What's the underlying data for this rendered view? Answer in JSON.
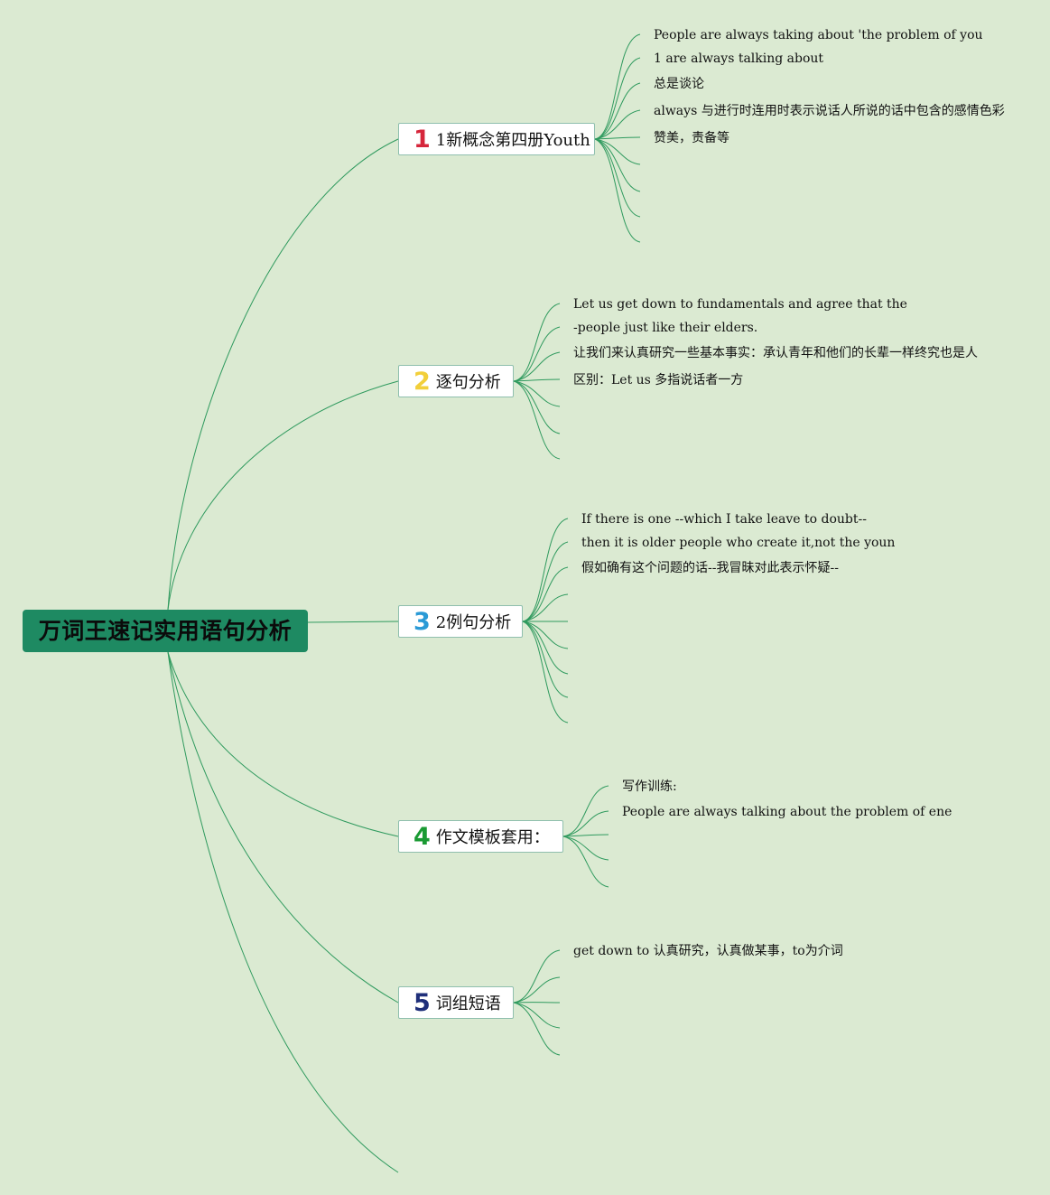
{
  "root": {
    "label": "万词王速记实用语句分析"
  },
  "branches": [
    {
      "number": "1",
      "number_color": "#d6263b",
      "label": "1新概念第四册Youth",
      "leaves": [
        "People are always taking about 'the problem of you",
        "1 are always talking about",
        "总是谈论",
        "always 与进行时连用时表示说话人所说的话中包含的感情色彩",
        "赞美，责备等"
      ]
    },
    {
      "number": "2",
      "number_color": "#f2cf3a",
      "label": "逐句分析",
      "leaves": [
        "Let us get down to fundamentals and agree that the",
        "-people just like their elders.",
        "让我们来认真研究一些基本事实：承认青年和他们的长辈一样终究也是人",
        "区别：Let us 多指说话者一方"
      ]
    },
    {
      "number": "3",
      "number_color": "#2a9ad6",
      "label": "2例句分析",
      "leaves": [
        "If there is one --which I take leave to doubt--",
        "then it is older people who create it,not the youn",
        "假如确有这个问题的话--我冒昧对此表示怀疑--"
      ]
    },
    {
      "number": "4",
      "number_color": "#1a9a33",
      "label": "作文模板套用：",
      "leaves": [
        "写作训练:",
        "People are always talking about the problem of ene"
      ]
    },
    {
      "number": "5",
      "number_color": "#1f2f7a",
      "label": "词组短语",
      "leaves": [
        "get down to 认真研究，认真做某事，to为介词"
      ]
    }
  ],
  "colors": {
    "background": "#dbead2",
    "root": "#1e8a62",
    "line": "#2f9a5e"
  }
}
